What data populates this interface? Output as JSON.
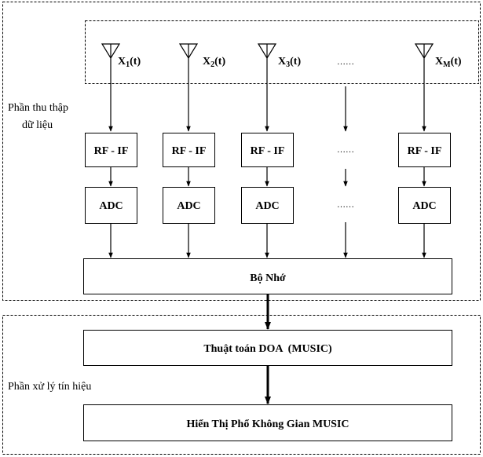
{
  "sections": {
    "acquisition_label_line1": "Phần thu thập",
    "acquisition_label_line2": "dữ liệu",
    "processing_label": "Phần xử lý tín hiệu"
  },
  "antennas": [
    {
      "base": "X",
      "sub": "1",
      "suffix": "(t)"
    },
    {
      "base": "X",
      "sub": "2",
      "suffix": "(t)"
    },
    {
      "base": "X",
      "sub": "3",
      "suffix": "(t)"
    },
    {
      "base": "X",
      "sub": "M",
      "suffix": "(t)"
    }
  ],
  "ellipsis": "……",
  "blocks": {
    "rf_if": "RF - IF",
    "adc": "ADC",
    "memory": "Bộ Nhớ",
    "doa": "Thuật toán DOA  (MUSIC)",
    "display": "Hiển Thị Phổ Không Gian MUSIC"
  }
}
